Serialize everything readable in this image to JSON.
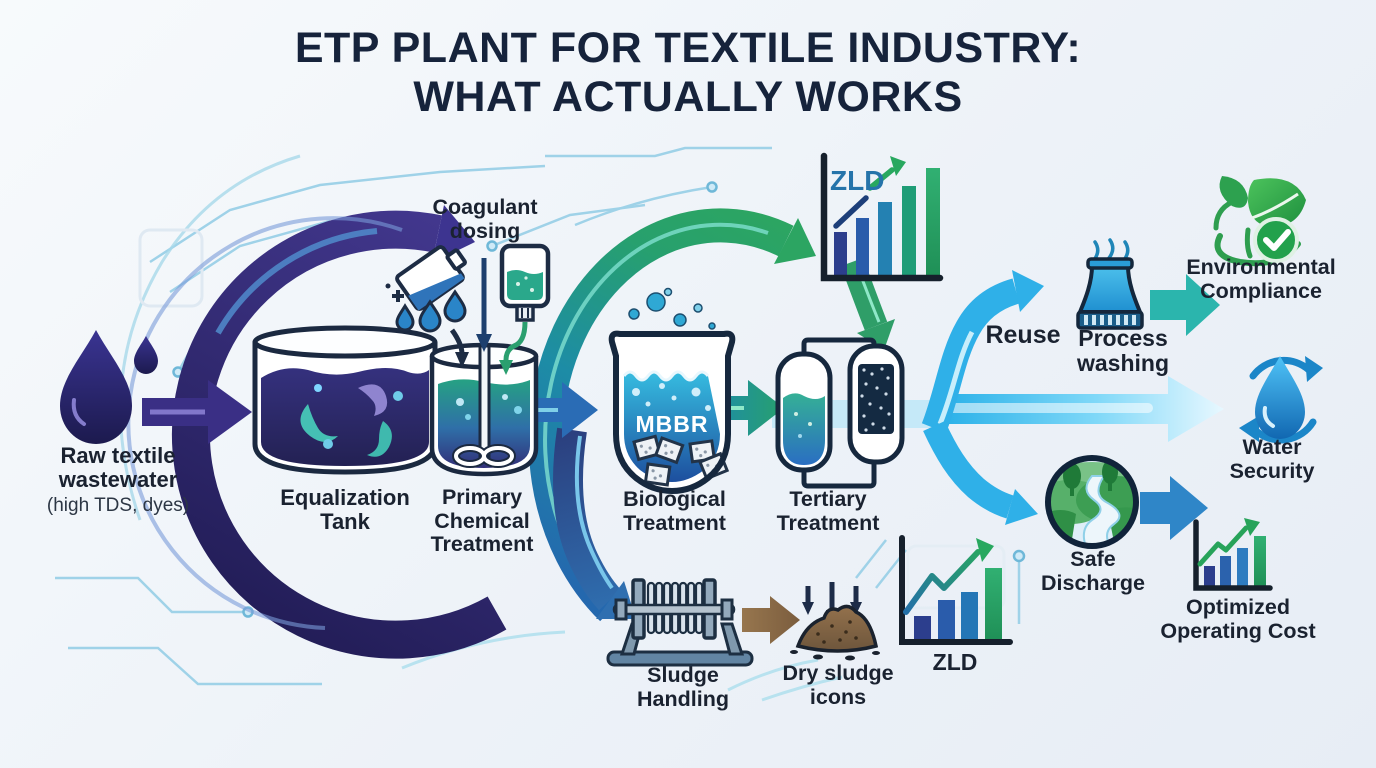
{
  "title": {
    "line1": "ETP PLANT FOR TEXTILE INDUSTRY:",
    "line2": "WHAT ACTUALLY WORKS"
  },
  "stages": {
    "raw_wastewater": {
      "label": "Raw textile\nwastewater",
      "sublabel": "(high TDS, dyes)"
    },
    "equalization_tank": {
      "label": "Equalization\nTank"
    },
    "coagulant_dosing": {
      "label": "Coagulant\ndosing"
    },
    "primary_chemical": {
      "label": "Primary\nChemical\nTreatment"
    },
    "biological_treatment": {
      "label": "Biological\nTreatment",
      "tank_text": "MBBR"
    },
    "tertiary_treatment": {
      "label": "Tertiary\nTreatment"
    },
    "sludge_handling": {
      "label": "Sludge\nHandling"
    },
    "dry_sludge": {
      "label": "Dry sludge\nicons"
    },
    "zld_top_chart": {
      "label": "ZLD"
    },
    "zld_bottom_chart": {
      "label": "ZLD"
    }
  },
  "outputs": {
    "reuse": {
      "label": "Reuse"
    },
    "process_washing": {
      "label": "Process\nwashing"
    },
    "environmental_compliance": {
      "label": "Environmental\nCompliance"
    },
    "water_security": {
      "label": "Water\nSecurity"
    },
    "safe_discharge": {
      "label": "Safe\nDischarge"
    },
    "optimized_cost": {
      "label": "Optimized\nOperating Cost"
    }
  },
  "colors": {
    "title_navy": "#16233b",
    "dark_indigo_ring": "#2e2873",
    "blue_teal_ring": "#1d8ca6",
    "green_accent": "#28a85f",
    "light_blue_arrow": "#29b2ec",
    "teal_arrow": "#2bb5ad",
    "process_blue": "#2a85c8",
    "brown_sludge": "#8a6b49",
    "label_dark": "#1a2230",
    "zld_text_blue": "#2574aa"
  }
}
